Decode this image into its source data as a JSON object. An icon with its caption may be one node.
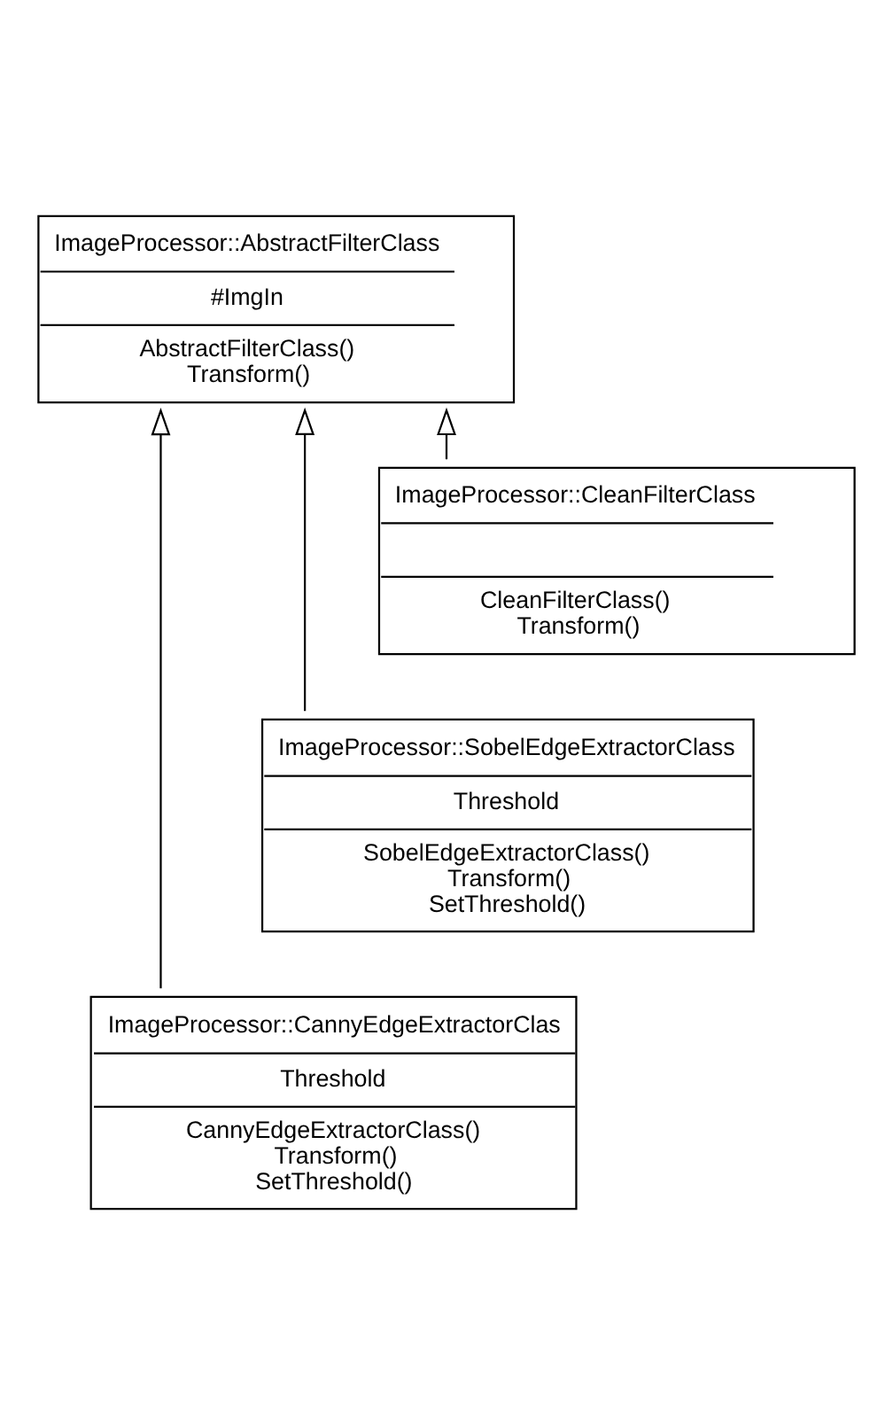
{
  "diagram": {
    "nodes": [
      {
        "text": [
          "ImageProcessor::AbstractFilterClass",
          "#ImgIn",
          "AbstractFilterClass() Transform()"
        ]
      },
      {
        "text": [
          "ImageProcessor::CleanFilterClass",
          "CleanFilterClass() Transform()"
        ]
      },
      {
        "text": [
          "ImageProcessor::SobelEdgeExtractorClass",
          "Threshold",
          "SobelEdgeExtractorClass() Transform() SetThreshold()"
        ]
      },
      {
        "text": [
          "ImageProcessor::CannyEdgeExtractorClas",
          "Threshold",
          "CannyEdgeExtractorClass() Transform() SetThreshold()"
        ]
      }
    ],
    "edges": [
      {
        "from": 1,
        "to": 0,
        "arrow": "to"
      },
      {
        "from": 2,
        "to": 0,
        "arrow": "to"
      },
      {
        "from": 3,
        "to": 0,
        "arrow": "to"
      }
    ]
  }
}
